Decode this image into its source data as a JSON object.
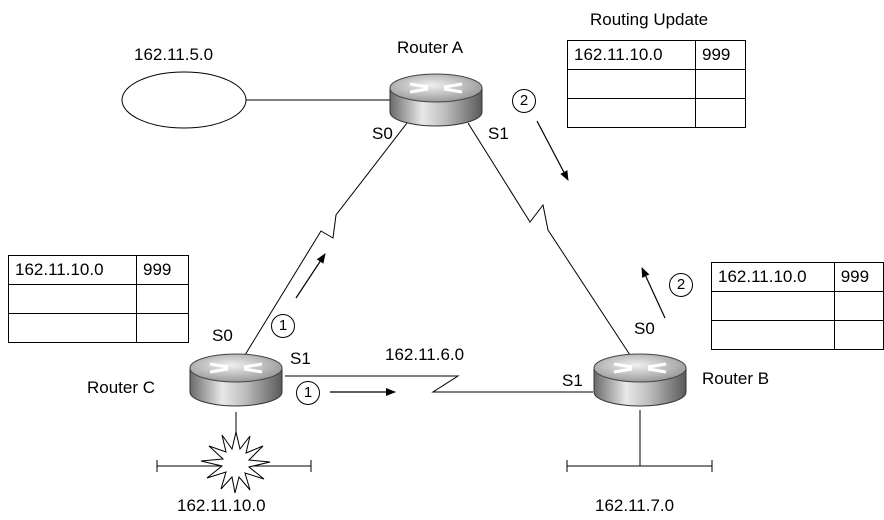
{
  "routers": {
    "a": {
      "name": "Router A",
      "port0": "S0",
      "port1": "S1"
    },
    "b": {
      "name": "Router B",
      "port0": "S0",
      "port1": "S1"
    },
    "c": {
      "name": "Router C",
      "port0": "S0",
      "port1": "S1"
    }
  },
  "networks": {
    "top_left": "162.11.5.0",
    "middle": "162.11.6.0",
    "bottom_left": "162.11.10.0",
    "bottom_right": "162.11.7.0"
  },
  "update_label": "Routing Update",
  "tables": {
    "top": {
      "rows": [
        [
          "162.11.10.0",
          "999"
        ],
        [
          "",
          ""
        ],
        [
          "",
          ""
        ]
      ]
    },
    "left": {
      "rows": [
        [
          "162.11.10.0",
          "999"
        ],
        [
          "",
          ""
        ],
        [
          "",
          ""
        ]
      ]
    },
    "right": {
      "rows": [
        [
          "162.11.10.0",
          "999"
        ],
        [
          "",
          ""
        ],
        [
          "",
          ""
        ]
      ]
    }
  },
  "steps": {
    "one": "1",
    "two": "2"
  }
}
